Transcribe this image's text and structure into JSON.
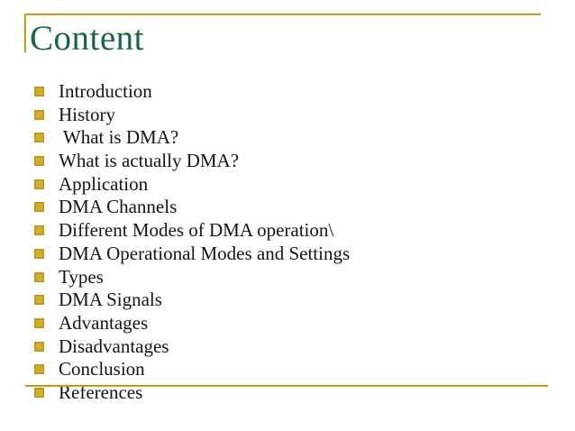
{
  "slide": {
    "title": "Content",
    "items": [
      "Introduction",
      "History",
      " What is DMA?",
      "What is actually DMA?",
      "Application",
      "DMA Channels",
      "Different Modes of DMA operation\\",
      "DMA Operational Modes and Settings",
      "Types",
      "DMA Signals",
      "Advantages",
      "Disadvantages",
      "Conclusion",
      "References"
    ],
    "colors": {
      "title_green": "#176840",
      "accent_gold": "#cc9a10",
      "bullet_gold": "#d4ad2e",
      "body_text": "#141414",
      "background": "#ffffff"
    }
  }
}
